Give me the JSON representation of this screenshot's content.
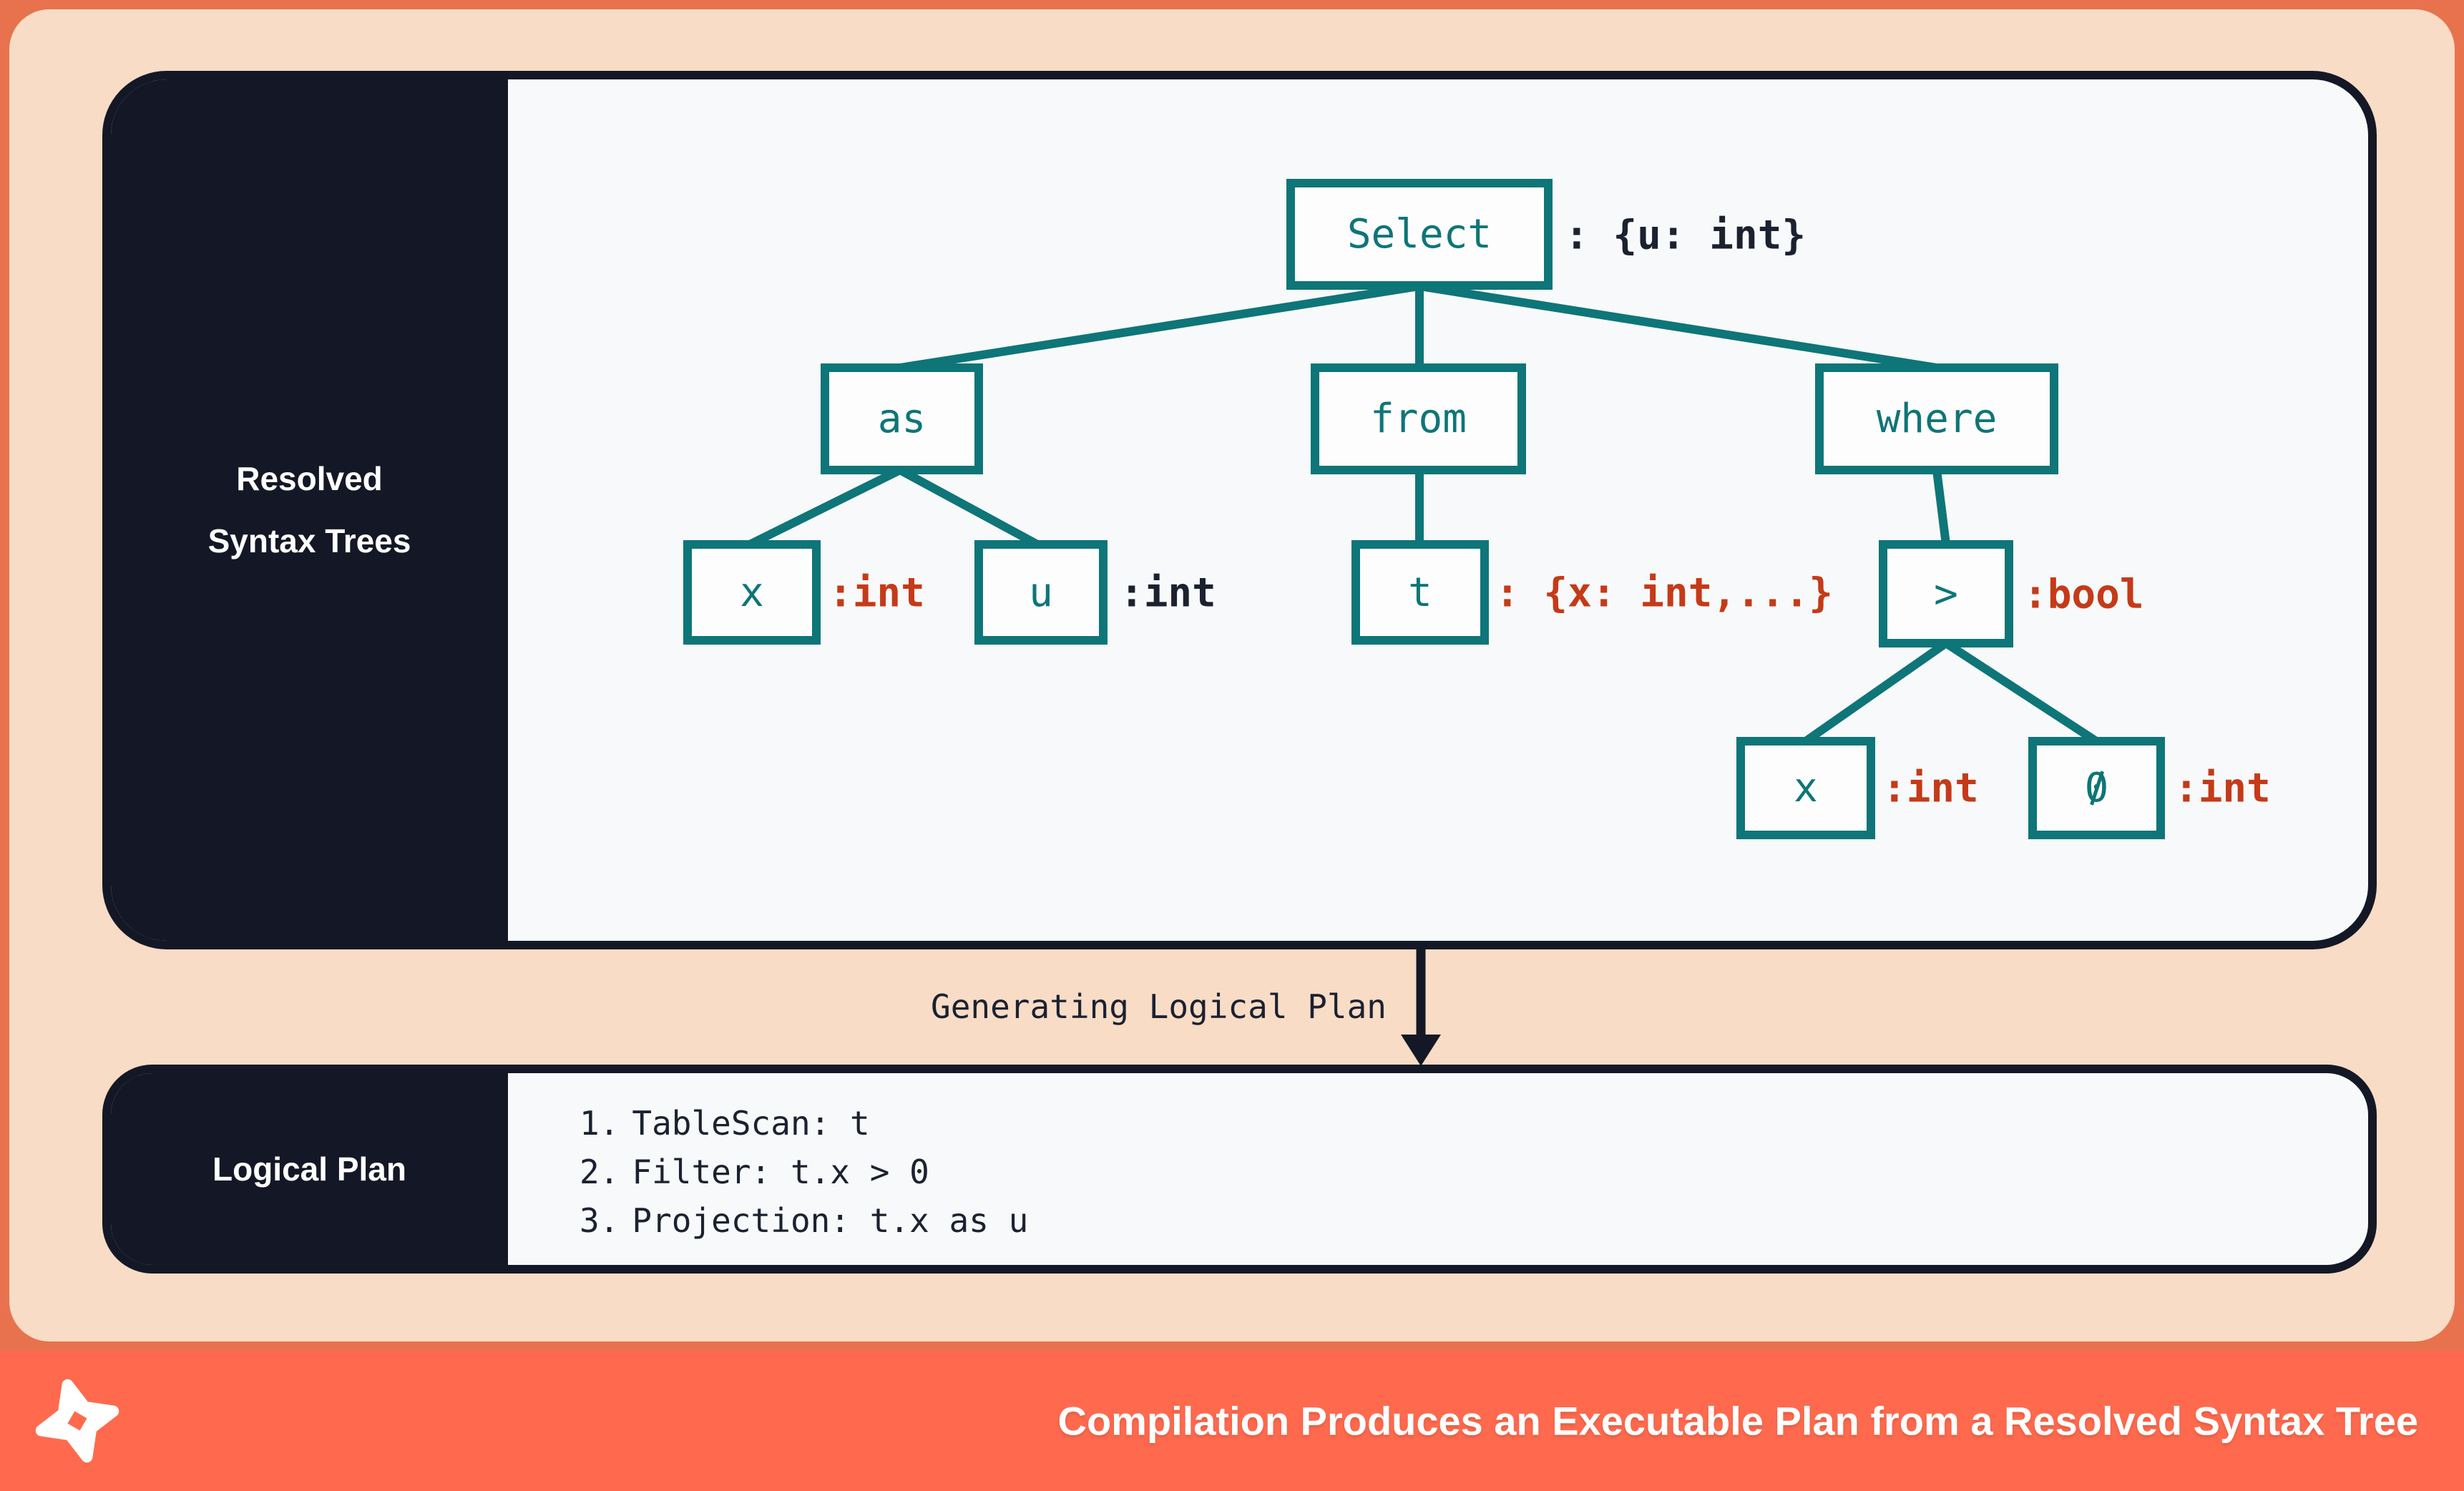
{
  "colors": {
    "frame": "#e8724e",
    "background": "#f8dcc6",
    "footer": "#ff6a4e",
    "navy": "#141826",
    "teal": "#0e7578",
    "red": "#c53a18",
    "content_bg": "#f8f9fa"
  },
  "top_panel": {
    "title": "Resolved\nSyntax Trees"
  },
  "tree": {
    "nodes": [
      {
        "id": "select",
        "label": "Select",
        "annotation": ": {u: int}"
      },
      {
        "id": "as",
        "label": "as",
        "annotation": ""
      },
      {
        "id": "from",
        "label": "from",
        "annotation": ""
      },
      {
        "id": "where",
        "label": "where",
        "annotation": ""
      },
      {
        "id": "x-under-as",
        "label": "x",
        "annotation": ":int"
      },
      {
        "id": "u-under-as",
        "label": "u",
        "annotation": ":int"
      },
      {
        "id": "t-under-from",
        "label": "t",
        "annotation": ": {x: int,...}"
      },
      {
        "id": "gt-under-where",
        "label": ">",
        "annotation": ":bool"
      },
      {
        "id": "x-under-gt",
        "label": "x",
        "annotation": ":int"
      },
      {
        "id": "zero-under-gt",
        "label": "0",
        "annotation": ":int"
      }
    ]
  },
  "transition": {
    "label": "Generating Logical Plan"
  },
  "bottom_panel": {
    "title": "Logical Plan",
    "steps": [
      {
        "number": "1.",
        "text": "TableScan: t"
      },
      {
        "number": "2.",
        "text": "Filter: t.x > 0"
      },
      {
        "number": "3.",
        "text": "Projection: t.x as u"
      }
    ]
  },
  "footer": {
    "caption": "Compilation Produces an Executable Plan from a Resolved Syntax Tree",
    "logo_icon": "pinwheel-star-logo"
  }
}
